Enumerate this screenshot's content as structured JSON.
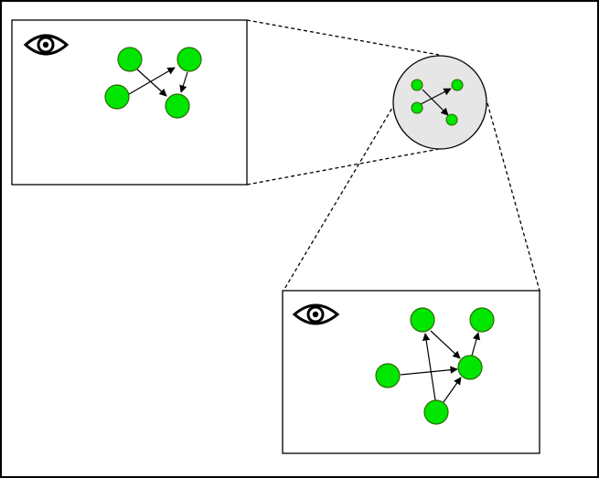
{
  "colors": {
    "background": "#ffffff",
    "stroke": "#000000",
    "node_fill": "#00e600",
    "node_stroke": "#2b6b00",
    "circle_fill": "#e6e6e6",
    "connector": "#000000",
    "eye_stroke": "#000000"
  },
  "icons": {
    "eye": "eye-icon"
  },
  "views": [
    {
      "name": "left-panel",
      "nodes": 4,
      "edges": 3
    },
    {
      "name": "right-panel",
      "nodes": 5,
      "edges": 5
    },
    {
      "name": "center-circle",
      "nodes": 4,
      "edges": 2
    }
  ]
}
